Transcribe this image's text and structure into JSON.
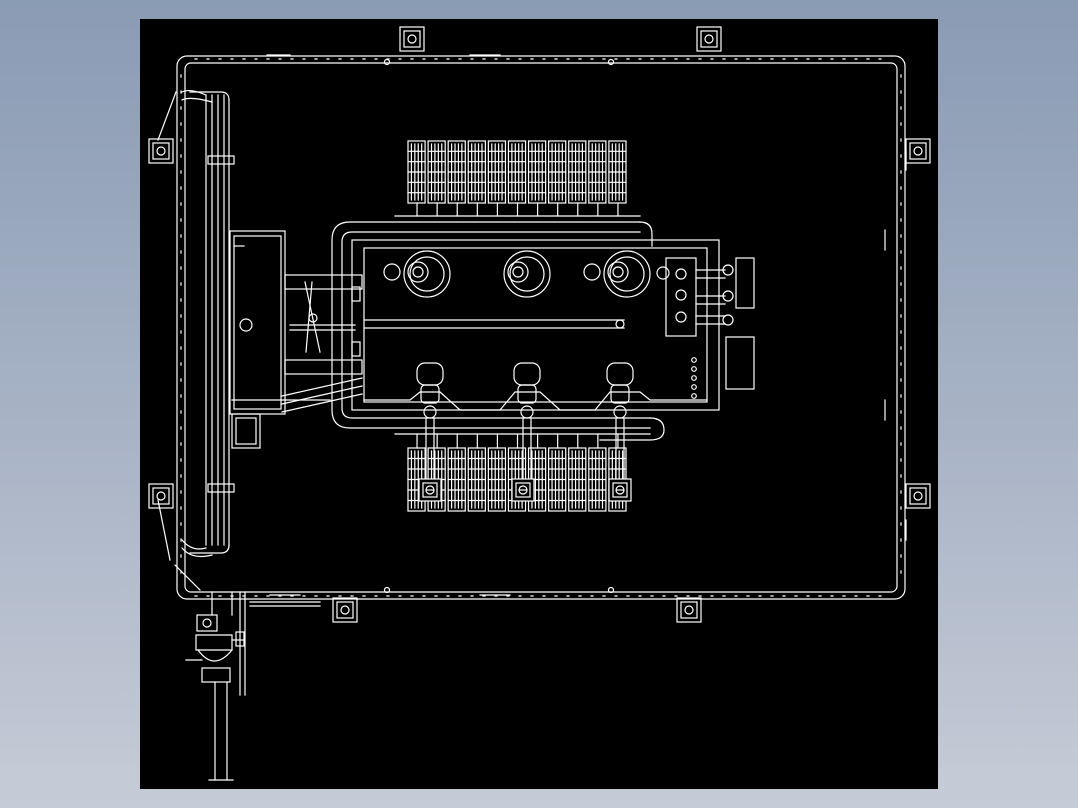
{
  "app": {
    "window_title": "",
    "background_gradient": [
      "#8a9bb4",
      "#c6ccd7"
    ]
  },
  "viewport": {
    "background": "#000000",
    "line_color": "#ffffff"
  },
  "drawing": {
    "type": "cad-plan-view",
    "lettering": [],
    "counts": {
      "top_fin_modules": 11,
      "bottom_fin_modules": 11,
      "top_bushings": 3,
      "bottom_bushings": 3,
      "mounting_brackets": 8,
      "gauge_dots": 5
    }
  }
}
